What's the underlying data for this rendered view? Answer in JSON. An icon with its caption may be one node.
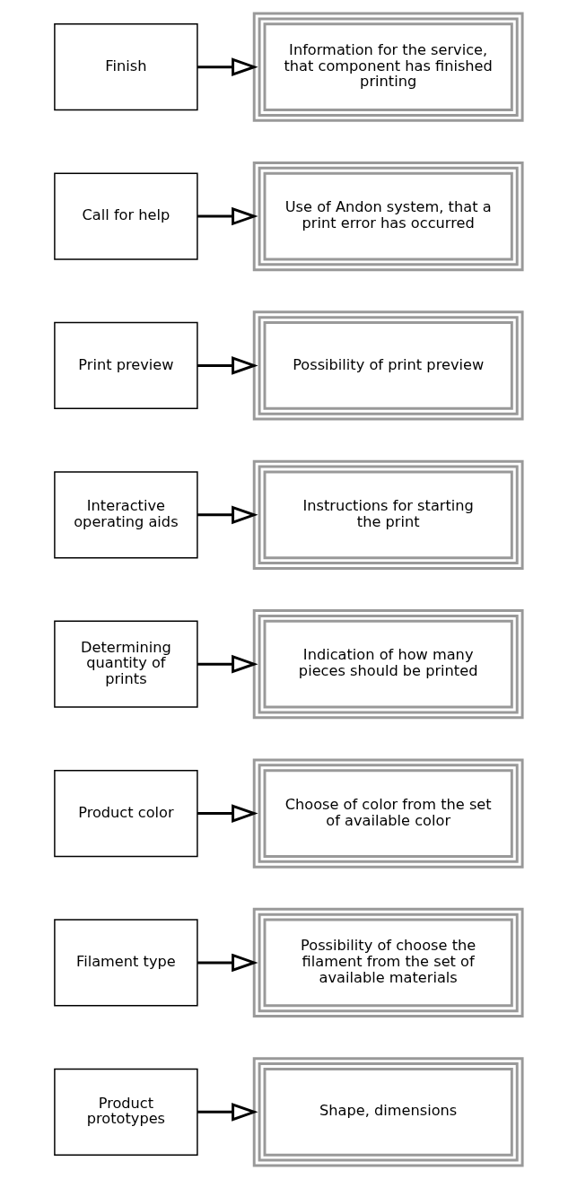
{
  "diagram": {
    "nodes": [
      {
        "text": [
          "Product prototypes"
        ]
      },
      {
        "text": [
          "Shape, dimensions"
        ]
      },
      {
        "text": [
          "Filament type"
        ]
      },
      {
        "text": [
          "Possibility of choose the filament from the set of available materials"
        ]
      },
      {
        "text": [
          "Product color"
        ]
      },
      {
        "text": [
          "Choose of color from the set of available color"
        ]
      },
      {
        "text": [
          "Determining quantity of prints"
        ]
      },
      {
        "text": [
          "Indication of how many pieces should be printed"
        ]
      },
      {
        "text": [
          "Interactive operating aids"
        ]
      },
      {
        "text": [
          "Instructions for starting the print"
        ]
      },
      {
        "text": [
          "Print preview"
        ]
      },
      {
        "text": [
          "Possibility of print preview"
        ]
      },
      {
        "text": [
          "Call for help"
        ]
      },
      {
        "text": [
          "Use of Andon system, that a print error has occurred"
        ]
      },
      {
        "text": [
          "Finish"
        ]
      },
      {
        "text": [
          "Information for the service, that component has finished printing"
        ]
      }
    ],
    "edges": [
      {
        "from": 0,
        "to": 1,
        "arrow": "to"
      },
      {
        "from": 2,
        "to": 3,
        "arrow": "to"
      },
      {
        "from": 4,
        "to": 5,
        "arrow": "to"
      },
      {
        "from": 6,
        "to": 7,
        "arrow": "to"
      },
      {
        "from": 8,
        "to": 9,
        "arrow": "to"
      },
      {
        "from": 10,
        "to": 11,
        "arrow": "to"
      },
      {
        "from": 12,
        "to": 13,
        "arrow": "to"
      },
      {
        "from": 14,
        "to": 15,
        "arrow": "to"
      }
    ]
  }
}
